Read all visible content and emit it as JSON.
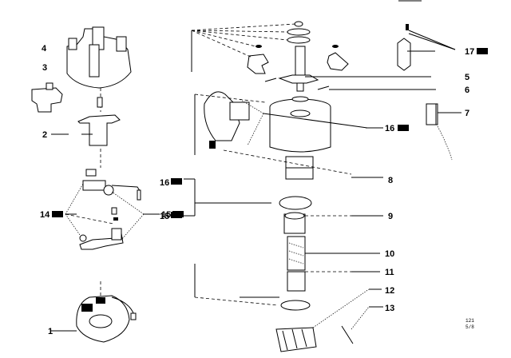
{
  "diagram": {
    "type": "exploded-parts-diagram",
    "subject": "ignition distributor",
    "callouts": [
      {
        "number": "1",
        "badge": false
      },
      {
        "number": "2",
        "badge": false
      },
      {
        "number": "3",
        "badge": false
      },
      {
        "number": "4",
        "badge": false
      },
      {
        "number": "5",
        "badge": false
      },
      {
        "number": "6",
        "badge": false
      },
      {
        "number": "7",
        "badge": false
      },
      {
        "number": "8",
        "badge": false
      },
      {
        "number": "9",
        "badge": false
      },
      {
        "number": "10",
        "badge": false
      },
      {
        "number": "11",
        "badge": false
      },
      {
        "number": "12",
        "badge": false
      },
      {
        "number": "13",
        "badge": false
      },
      {
        "number": "14",
        "badge": true
      },
      {
        "number": "15",
        "badge": true
      },
      {
        "number": "15",
        "badge": true
      },
      {
        "number": "16",
        "badge": true
      },
      {
        "number": "16",
        "badge": true
      },
      {
        "number": "17",
        "badge": true
      }
    ],
    "reference_code": [
      "121",
      "5/8"
    ]
  }
}
